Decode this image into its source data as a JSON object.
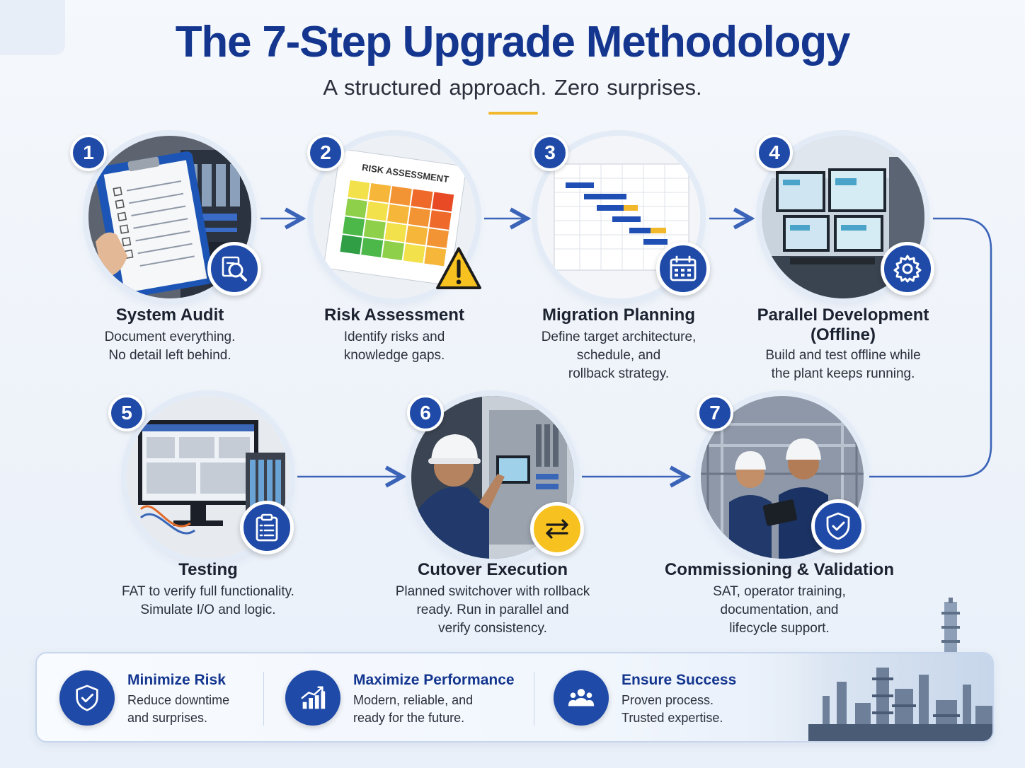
{
  "header": {
    "title": "The 7-Step Upgrade Methodology",
    "subtitle": "A structured approach.  Zero surprises."
  },
  "steps": [
    {
      "number": "1",
      "title": "System Audit",
      "description": "Document everything.\nNo detail left behind.",
      "badge_icon": "magnifier-icon",
      "image": "clipboard-checklist-photo"
    },
    {
      "number": "2",
      "title": "Risk Assessment",
      "description": "Identify risks and\nknowledge gaps.",
      "badge_icon": "warning-icon",
      "image": "risk-matrix-photo"
    },
    {
      "number": "3",
      "title": "Migration Planning",
      "description": "Define target architecture,\nschedule, and\nrollback strategy.",
      "badge_icon": "calendar-icon",
      "image": "gantt-chart-photo"
    },
    {
      "number": "4",
      "title": "Parallel Development\n(Offline)",
      "description": "Build and test offline while\nthe plant keeps running.",
      "badge_icon": "gear-icon",
      "image": "control-room-photo"
    },
    {
      "number": "5",
      "title": "Testing",
      "description": "FAT to verify full functionality.\nSimulate I/O and logic.",
      "badge_icon": "clipboard-icon",
      "image": "test-bench-photo"
    },
    {
      "number": "6",
      "title": "Cutover Execution",
      "description": "Planned switchover with rollback\nready. Run in parallel and\nverify consistency.",
      "badge_icon": "swap-arrows-icon",
      "image": "technician-panel-photo"
    },
    {
      "number": "7",
      "title": "Commissioning & Validation",
      "description": "SAT, operator training,\ndocumentation, and\nlifecycle support.",
      "badge_icon": "shield-check-icon",
      "image": "engineers-plant-photo"
    }
  ],
  "benefits": [
    {
      "title": "Minimize Risk",
      "description": "Reduce downtime\nand surprises.",
      "icon": "shield-check-icon"
    },
    {
      "title": "Maximize Performance",
      "description": "Modern, reliable, and\nready for the future.",
      "icon": "bar-chart-icon"
    },
    {
      "title": "Ensure Success",
      "description": "Proven process.\nTrusted expertise.",
      "icon": "team-icon"
    }
  ],
  "colors": {
    "title": "#14368f",
    "badge": "#1f4aa8",
    "accent_gold": "#f1b82c",
    "warning_amber": "#f3a51a",
    "connector": "#3b64b8"
  }
}
